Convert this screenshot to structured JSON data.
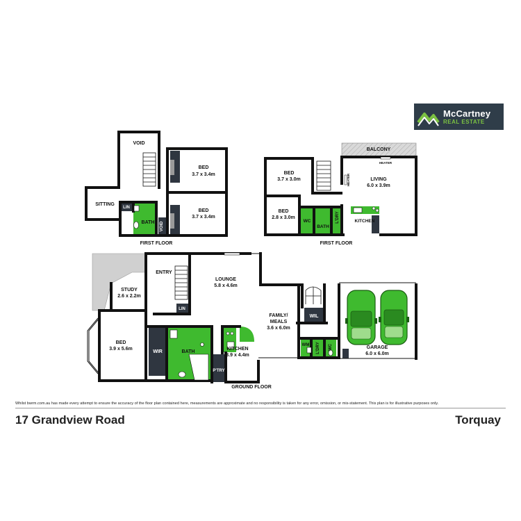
{
  "brand": {
    "name_line1": "McCartney",
    "name_line2": "REAL ESTATE",
    "colors": {
      "panel": "#2f3d49",
      "green": "#7cc242",
      "wet_area": "#3fba2f",
      "wall": "#111111",
      "dark_unit": "#2f3640"
    }
  },
  "floors": {
    "first_left": "FIRST FLOOR",
    "first_right": "FIRST FLOOR",
    "ground": "GROUND FLOOR"
  },
  "rooms": {
    "void": "VOID",
    "bed_ff_1": {
      "name": "BED",
      "size": "3.7 x 3.4m"
    },
    "bed_ff_2": {
      "name": "BED",
      "size": "3.7 x 3.4m"
    },
    "sitting": "SITTING",
    "lin_ff": "LIN",
    "bath_ff": "BATH",
    "void_small": "VOID",
    "balcony": "BALCONY",
    "heater_top": "HEATER",
    "heater_side": "HEATER",
    "bed_r1": {
      "name": "BED",
      "size": "3.7 x 3.0m"
    },
    "bed_r2": {
      "name": "BED",
      "size": "2.8 x 3.0m"
    },
    "living": {
      "name": "LIVING",
      "size": "6.0 x 3.9m"
    },
    "wc_r": "WC",
    "bath_r": "BATH",
    "ldry_r": "L'DRY",
    "kitchen_r": "KITCHEN",
    "entry": "ENTRY",
    "lounge": {
      "name": "LOUNGE",
      "size": "5.8 x 4.6m"
    },
    "study": {
      "name": "STUDY",
      "size": "2.6 x 2.2m"
    },
    "lin_g": "LIN",
    "bed_g": {
      "name": "BED",
      "size": "3.9 x 5.6m"
    },
    "wir": "WIR",
    "bath_g": "BATH",
    "kitchen_g": {
      "name": "KITCHEN",
      "size": "3.9 x 4.4m"
    },
    "ptry": "P'TRY",
    "family": {
      "name1": "FAMILY/",
      "name2": "MEALS",
      "size": "3.6 x 6.0m"
    },
    "wil": "WIL",
    "wm": "WM",
    "ldry_g": "L'DRY",
    "wc_g": "WC",
    "garage": {
      "name": "GARAGE",
      "size": "6.0 x 6.0m"
    }
  },
  "footer": {
    "disclaimer": "Whilst bwrm.com.au has made every attempt to ensure the accuracy of the floor plan contained here, measurements are approximate and no responsibility is taken for any error, omission, or mis-statement. This plan is for illustrative purposes only.",
    "address": "17 Grandview Road",
    "suburb": "Torquay"
  }
}
